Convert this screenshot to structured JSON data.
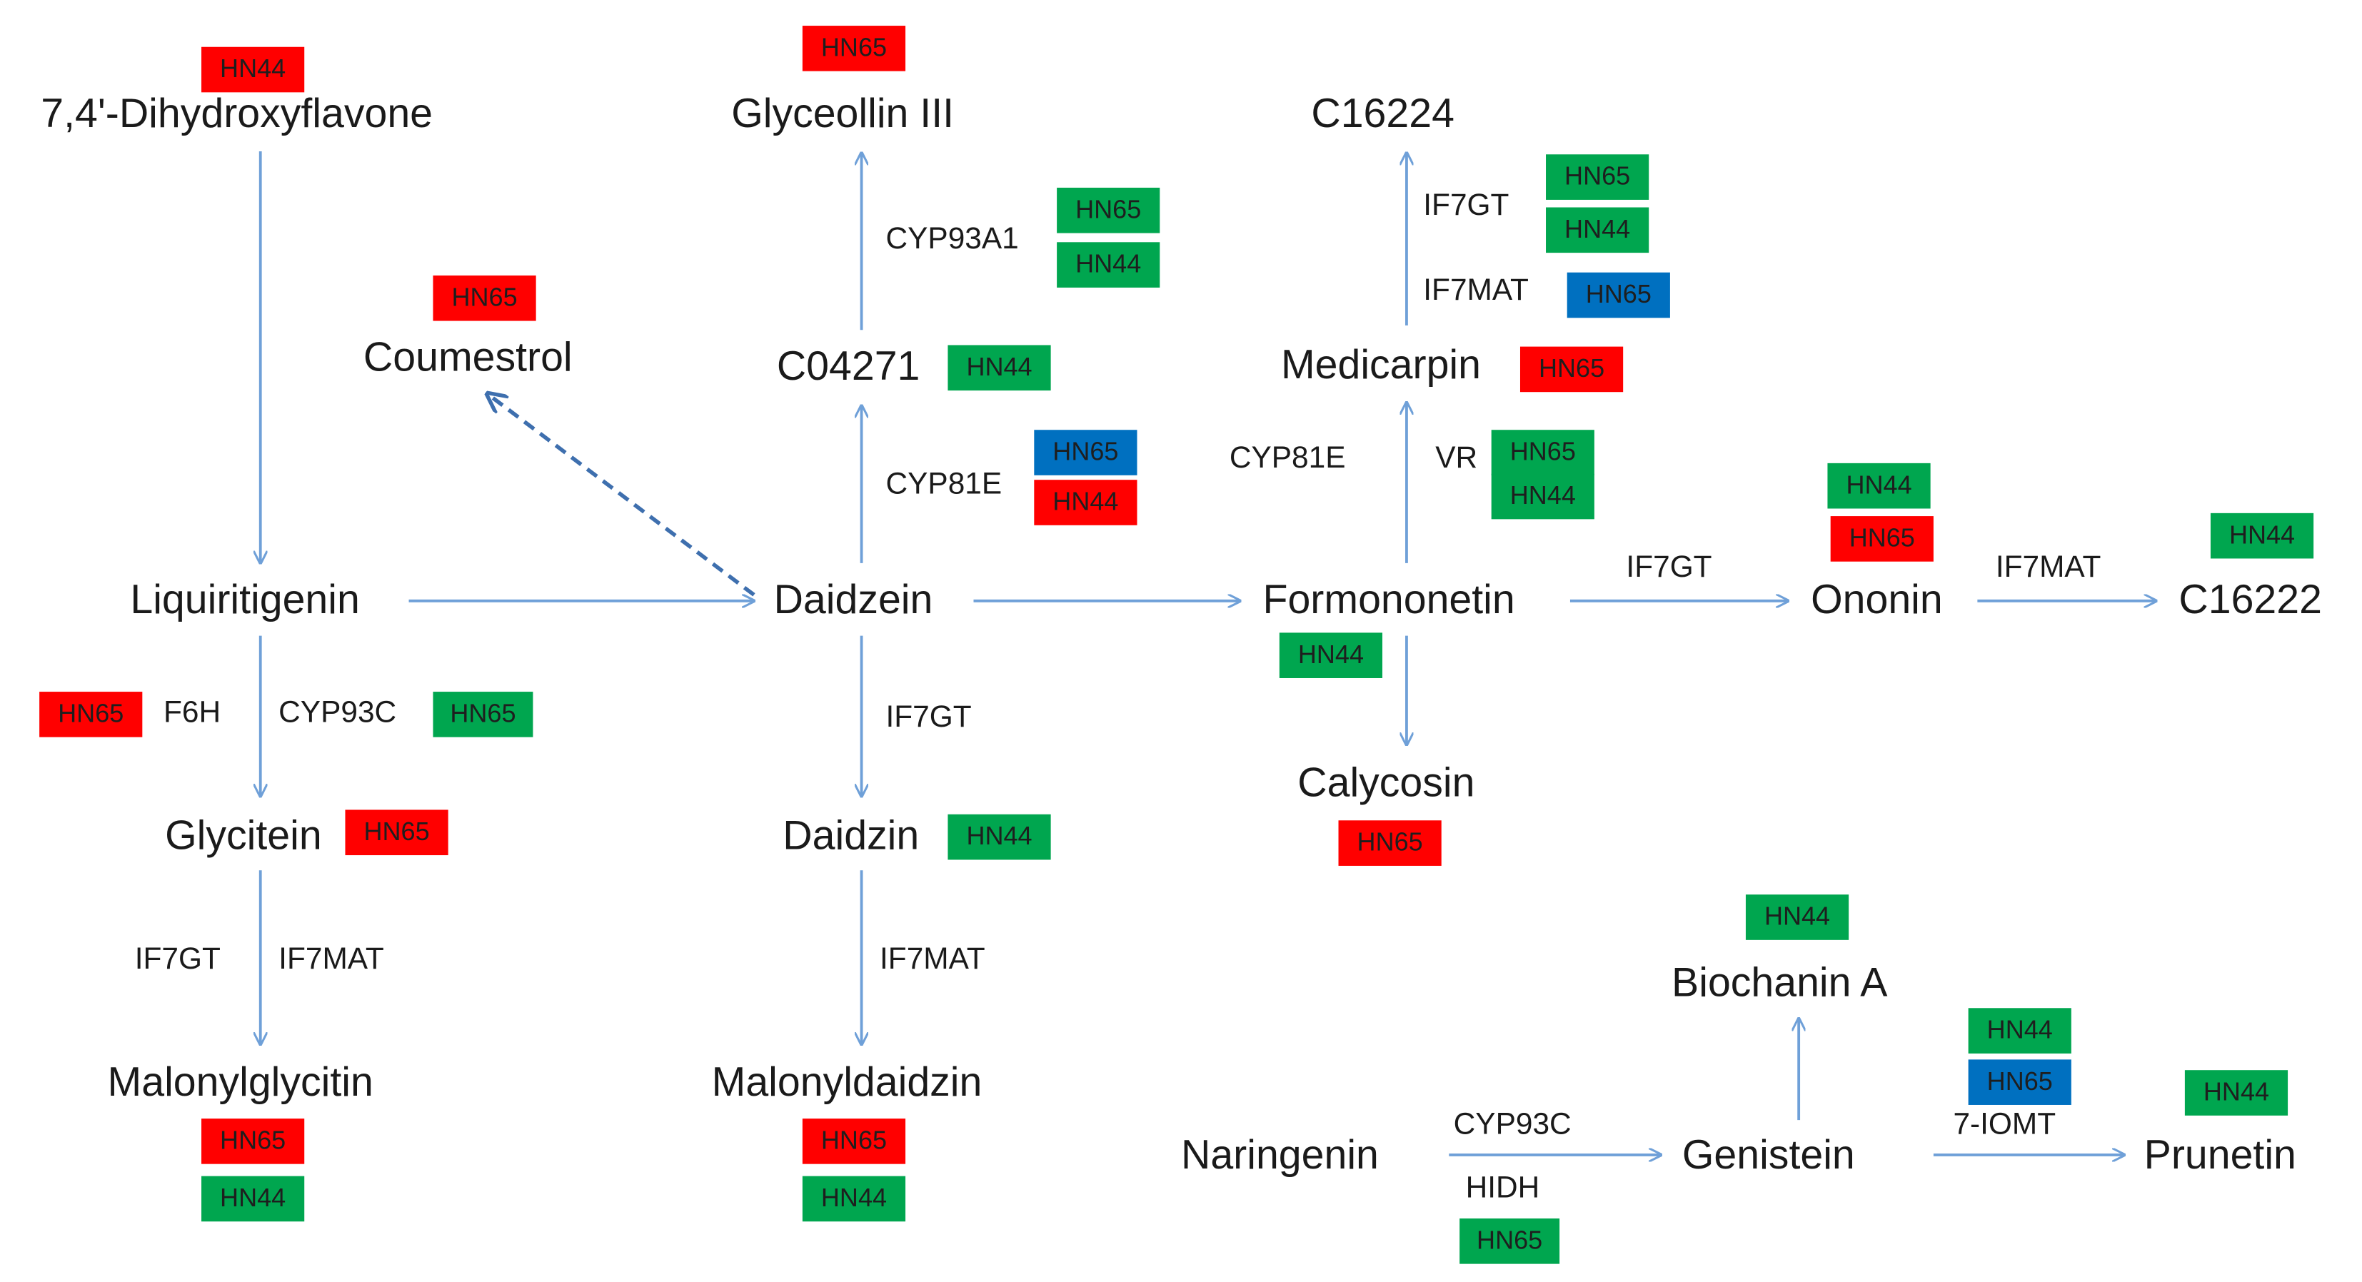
{
  "compounds": {
    "dihydroxyflavone": "7,4'-Dihydroxyflavone",
    "glyceollin": "Glyceollin III",
    "c16224": "C16224",
    "coumestrol": "Coumestrol",
    "c04271": "C04271",
    "medicarpin": "Medicarpin",
    "liquiritigenin": "Liquiritigenin",
    "daidzein": "Daidzein",
    "formononetin": "Formononetin",
    "ononin": "Ononin",
    "c16222": "C16222",
    "glycitein": "Glycitein",
    "daidzin": "Daidzin",
    "calycosin": "Calycosin",
    "malonylglycitin": "Malonylglycitin",
    "malonyldaidzin": "Malonyldaidzin",
    "biochanin": "Biochanin A",
    "naringenin": "Naringenin",
    "genistein": "Genistein",
    "prunetin": "Prunetin"
  },
  "enzymes": {
    "cyp93a1": "CYP93A1",
    "if7gt_c16224": "IF7GT",
    "if7mat_c16224": "IF7MAT",
    "cyp81e_daidzein": "CYP81E",
    "cyp81e_formononetin": "CYP81E",
    "vr": "VR",
    "if7gt_ononin": "IF7GT",
    "if7mat_c16222": "IF7MAT",
    "f6h": "F6H",
    "cyp93c_glycitein": "CYP93C",
    "if7gt_daidzin": "IF7GT",
    "if7gt_malonylglycitin": "IF7GT",
    "if7mat_malonylglycitin": "IF7MAT",
    "if7mat_malonyldaidzin": "IF7MAT",
    "cyp93c_genistein": "CYP93C",
    "hidh": "HIDH",
    "iomt": "7-IOMT"
  },
  "tags": {
    "dihydroxyflavone": {
      "text": "HN44",
      "color": "#ff0000"
    },
    "glyceollin": {
      "text": "HN65",
      "color": "#ff0000"
    },
    "coumestrol": {
      "text": "HN65",
      "color": "#ff0000"
    },
    "c04271": {
      "text": "HN44",
      "color": "#00a64f"
    },
    "cyp93a1_hn65": {
      "text": "HN65",
      "color": "#00a64f"
    },
    "cyp93a1_hn44": {
      "text": "HN44",
      "color": "#00a64f"
    },
    "if7gt_c16224_hn65": {
      "text": "HN65",
      "color": "#00a64f"
    },
    "if7gt_c16224_hn44": {
      "text": "HN44",
      "color": "#00a64f"
    },
    "if7mat_c16224_hn65": {
      "text": "HN65",
      "color": "#0070c0"
    },
    "medicarpin": {
      "text": "HN65",
      "color": "#ff0000"
    },
    "cyp81e_hn65": {
      "text": "HN65",
      "color": "#0070c0"
    },
    "cyp81e_hn44": {
      "text": "HN44",
      "color": "#ff0000"
    },
    "vr_hn65": {
      "text": "HN65",
      "color": "#00a64f"
    },
    "vr_hn44": {
      "text": "HN44",
      "color": "#00a64f"
    },
    "ononin_hn44": {
      "text": "HN44",
      "color": "#00a64f"
    },
    "ononin_hn65": {
      "text": "HN65",
      "color": "#ff0000"
    },
    "c16222": {
      "text": "HN44",
      "color": "#00a64f"
    },
    "formononetin": {
      "text": "HN44",
      "color": "#00a64f"
    },
    "f6h": {
      "text": "HN65",
      "color": "#ff0000"
    },
    "cyp93c_glycitein": {
      "text": "HN65",
      "color": "#00a64f"
    },
    "glycitein": {
      "text": "HN65",
      "color": "#ff0000"
    },
    "daidzin": {
      "text": "HN44",
      "color": "#00a64f"
    },
    "calycosin": {
      "text": "HN65",
      "color": "#ff0000"
    },
    "malonylglycitin_hn65": {
      "text": "HN65",
      "color": "#ff0000"
    },
    "malonylglycitin_hn44": {
      "text": "HN44",
      "color": "#00a64f"
    },
    "malonyldaidzin_hn65": {
      "text": "HN65",
      "color": "#ff0000"
    },
    "malonyldaidzin_hn44": {
      "text": "HN44",
      "color": "#00a64f"
    },
    "biochanin": {
      "text": "HN44",
      "color": "#00a64f"
    },
    "iomt_hn44": {
      "text": "HN44",
      "color": "#00a64f"
    },
    "iomt_hn65": {
      "text": "HN65",
      "color": "#0070c0"
    },
    "prunetin": {
      "text": "HN44",
      "color": "#00a64f"
    },
    "hidh": {
      "text": "HN65",
      "color": "#00a64f"
    }
  },
  "colors": {
    "arrow": "#6fa0d8",
    "dashed_arrow": "#3e6fae"
  }
}
